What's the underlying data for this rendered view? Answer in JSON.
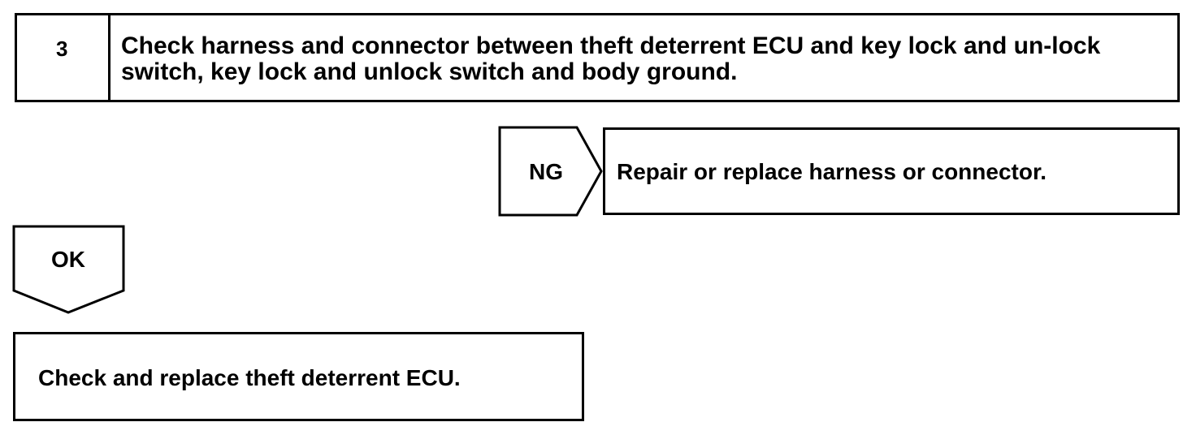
{
  "step": {
    "number": "3",
    "title": "Check harness and connector between theft deterrent ECU and key lock and un-lock switch, key lock and unlock switch and body ground."
  },
  "ng_branch": {
    "tag": "NG",
    "action": "Repair or replace harness or connector."
  },
  "ok_branch": {
    "tag": "OK",
    "action": "Check and replace theft deterrent ECU."
  }
}
